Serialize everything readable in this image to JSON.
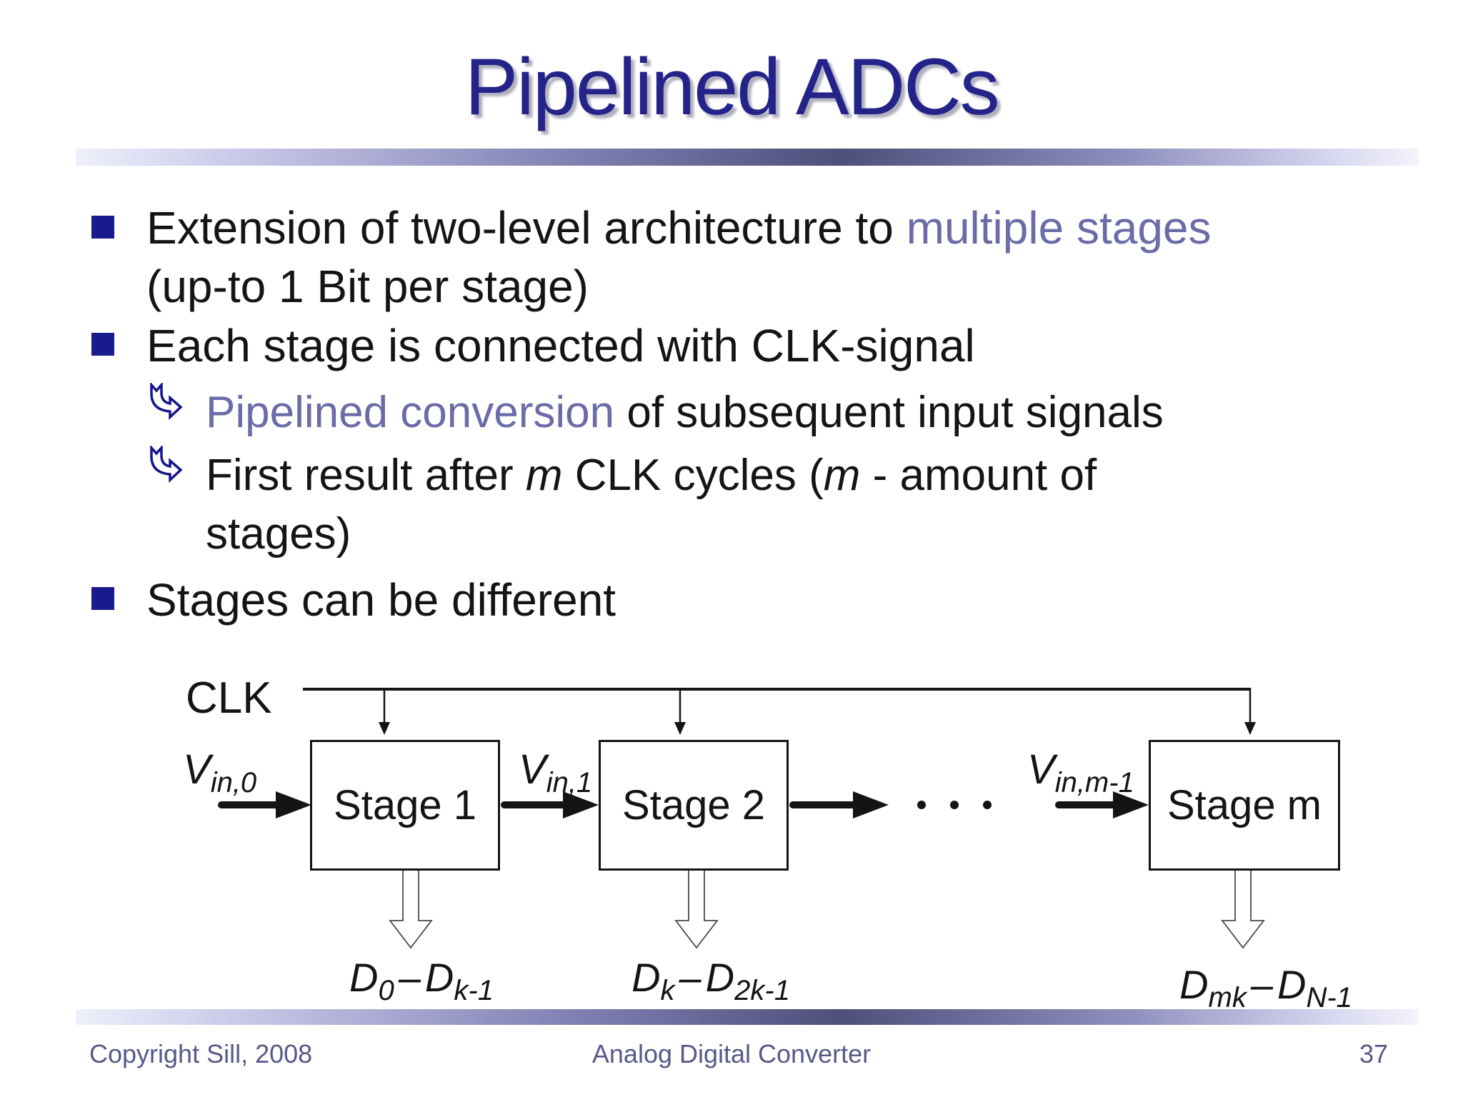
{
  "slide": {
    "title": "Pipelined ADCs",
    "footer_left": "Copyright Sill, 2008",
    "footer_center": "Analog Digital Converter",
    "page_number": "37"
  },
  "colors": {
    "title_navy": "#23238A",
    "accent_purple": "#6B6BA8",
    "bullet_navy": "#1A1A8F",
    "body_text": "#141414",
    "footer_text": "#585889",
    "divider_dark": "#4F4F7B",
    "divider_light": "#D4D4EF"
  },
  "bullets": {
    "b1": {
      "pre": "Extension of two-level architecture to ",
      "accent": "multiple stages",
      "line2": "(up-to 1 Bit per stage)"
    },
    "b2": {
      "text": "Each stage is connected with CLK-signal"
    },
    "sub1": {
      "accent": "Pipelined conversion",
      "rest": " of subsequent input signals"
    },
    "sub2": {
      "p1": "First result after ",
      "i1": "m",
      "p2": " CLK cycles (",
      "i2": "m",
      "p3": " - amount of",
      "line2": "stages)"
    },
    "b3": {
      "text": "Stages can be different"
    }
  },
  "diagram": {
    "clk_label": "CLK",
    "stage_labels": [
      "Stage 1",
      "Stage 2",
      "Stage m"
    ],
    "input_labels": [
      {
        "base": "V",
        "sub": "in,0"
      },
      {
        "base": "V",
        "sub": "in,1"
      },
      {
        "base": "V",
        "sub": "in,m-1"
      }
    ],
    "output_labels": [
      {
        "left_base": "D",
        "left_sub": "0",
        "sep": "–",
        "right_base": "D",
        "right_sub": "k-1"
      },
      {
        "left_base": "D",
        "left_sub": "k",
        "sep": "–",
        "right_base": "D",
        "right_sub": "2k-1"
      },
      {
        "left_base": "D",
        "left_sub": "mk",
        "sep": "–",
        "right_base": "D",
        "right_sub": "N-1"
      }
    ],
    "icons": [
      "curved-arrow-bullet-icon",
      "ellipsis-dots",
      "clk-drop-arrow",
      "signal-arrow",
      "output-arrow"
    ]
  }
}
